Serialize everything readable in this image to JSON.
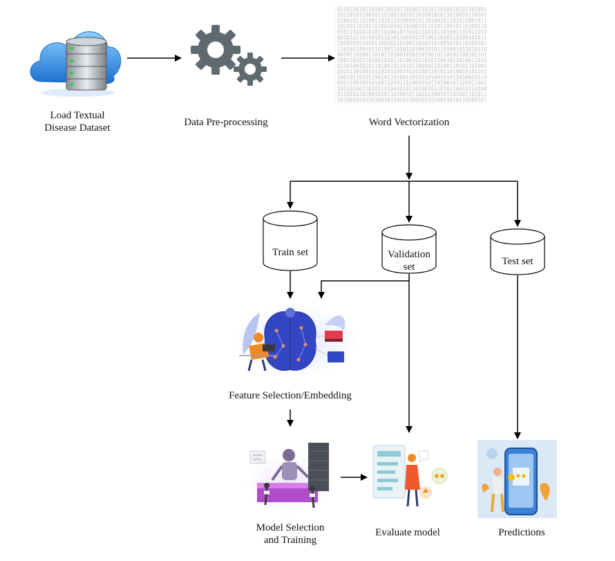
{
  "nodes": {
    "load_dataset": {
      "line1": "Load Textual",
      "line2": "Disease Dataset"
    },
    "preprocessing": {
      "label": "Data Pre-processing"
    },
    "vectorization": {
      "label": "Word Vectorization"
    },
    "train_set": {
      "label": "Train set"
    },
    "validation_set": {
      "line1": "Validation",
      "line2": "set"
    },
    "test_set": {
      "label": "Test set"
    },
    "feature_selection": {
      "label": "Feature Selection/Embedding"
    },
    "model_training": {
      "line1": "Model Selection",
      "line2": "and Training"
    },
    "evaluate_model": {
      "label": "Evaluate model"
    },
    "predictions": {
      "label": "Predictions"
    }
  },
  "binary_digits": "0110100101101011001011010011010110100101",
  "icons": {
    "load_dataset": "cloud-database-icon",
    "preprocessing": "gears-icon",
    "vectorization": "binary-code-icon",
    "feature_selection": "brain-network-illustration",
    "model_training": "robot-server-illustration",
    "evaluate_model": "evaluation-dashboard-illustration",
    "predictions": "phone-prediction-illustration"
  },
  "colors": {
    "cloud_blue": "#2f8fe0",
    "gear_gray": "#5f6a70",
    "brain_blue": "#3347c4",
    "accent_purple": "#7a3fc2",
    "accent_orange": "#f08a24"
  }
}
